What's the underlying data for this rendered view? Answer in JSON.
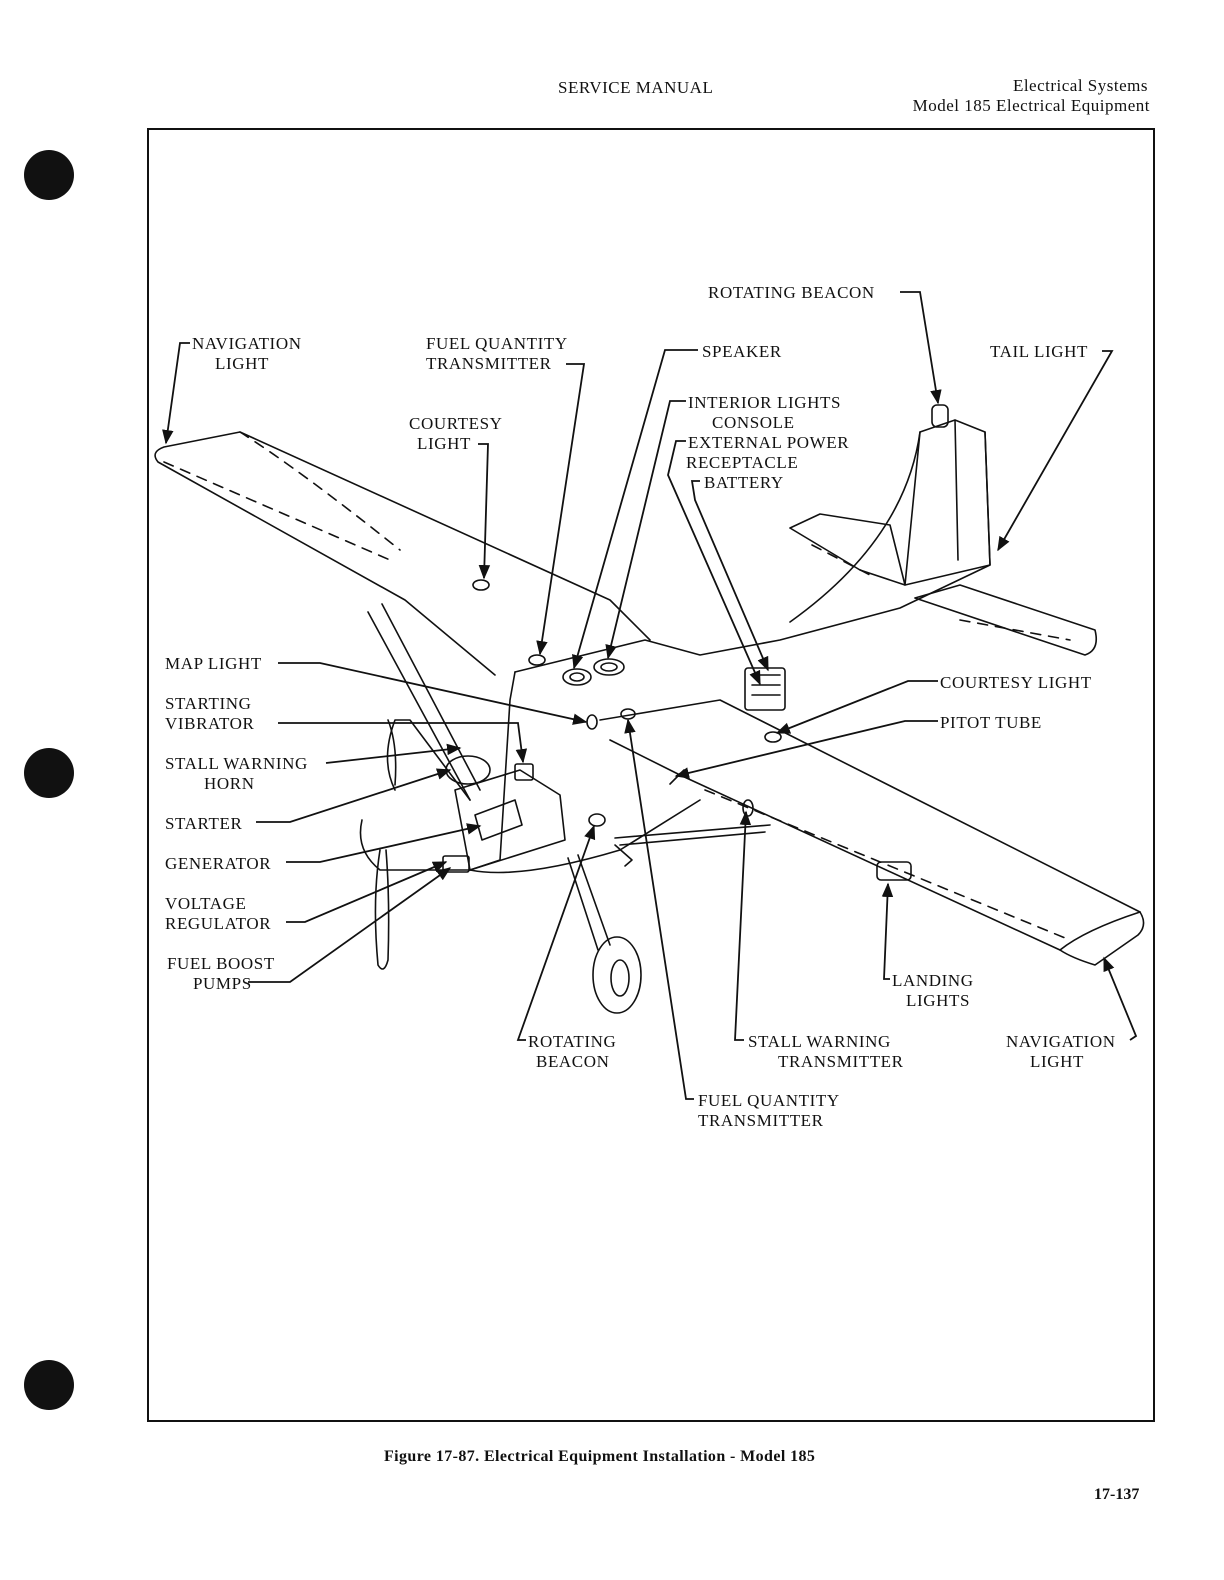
{
  "header": {
    "center": "SERVICE MANUAL",
    "right_line1": "Electrical Systems",
    "right_line2": "Model 185 Electrical Equipment"
  },
  "labels": {
    "rotating_beacon_top": "ROTATING BEACON",
    "navigation_light_left_1": "NAVIGATION",
    "navigation_light_left_2": "LIGHT",
    "fuel_qty_top_1": "FUEL QUANTITY",
    "fuel_qty_top_2": "TRANSMITTER",
    "speaker": "SPEAKER",
    "tail_light": "TAIL LIGHT",
    "courtesy_left_1": "COURTESY",
    "courtesy_left_2": "LIGHT",
    "interior_lights_1": "INTERIOR LIGHTS",
    "interior_lights_2": "CONSOLE",
    "external_power_1": "EXTERNAL POWER",
    "external_power_2": "RECEPTACLE",
    "battery": "BATTERY",
    "map_light": "MAP LIGHT",
    "starting_vibrator_1": "STARTING",
    "starting_vibrator_2": "VIBRATOR",
    "stall_horn_1": "STALL WARNING",
    "stall_horn_2": "HORN",
    "starter": "STARTER",
    "generator": "GENERATOR",
    "voltage_reg_1": "VOLTAGE",
    "voltage_reg_2": "REGULATOR",
    "fuel_boost_1": "FUEL BOOST",
    "fuel_boost_2": "PUMPS",
    "courtesy_right": "COURTESY LIGHT",
    "pitot_tube": "PITOT TUBE",
    "landing_lights_1": "LANDING",
    "landing_lights_2": "LIGHTS",
    "rotating_beacon_bottom_1": "ROTATING",
    "rotating_beacon_bottom_2": "BEACON",
    "stall_transmitter_1": "STALL WARNING",
    "stall_transmitter_2": "TRANSMITTER",
    "navigation_light_right_1": "NAVIGATION",
    "navigation_light_right_2": "LIGHT",
    "fuel_qty_bottom_1": "FUEL QUANTITY",
    "fuel_qty_bottom_2": "TRANSMITTER"
  },
  "caption": "Figure 17-87. Electrical Equipment Installation - Model 185",
  "page_number": "17-137"
}
